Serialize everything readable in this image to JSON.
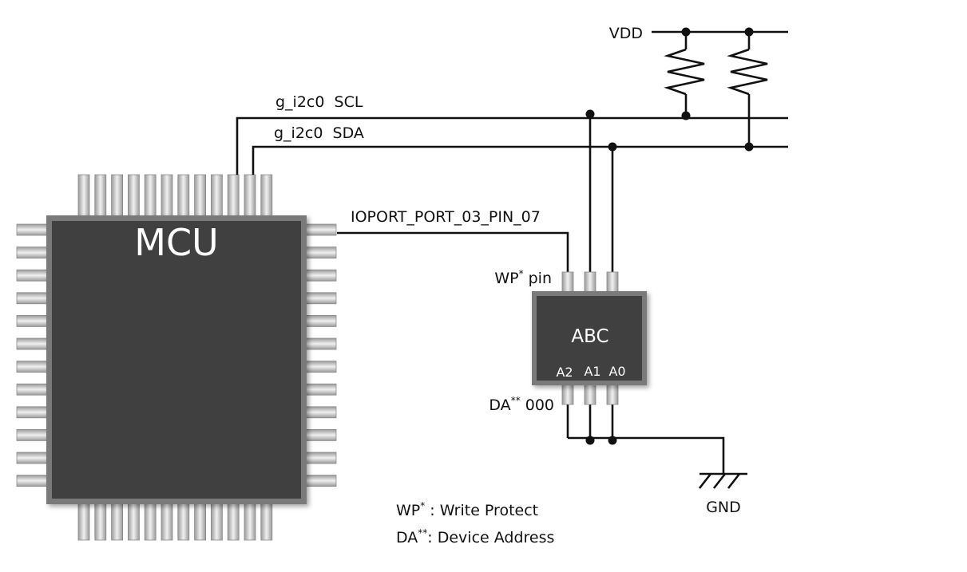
{
  "mcu": {
    "label": "MCU"
  },
  "chip": {
    "label": "ABC",
    "pins": {
      "a2": "A2",
      "a1": "A1",
      "a0": "A0"
    }
  },
  "nets": {
    "vdd": "VDD",
    "scl": "g_i2c0  SCL",
    "sda": "g_i2c0  SDA",
    "ioport": "IOPORT_PORT_03_PIN_07",
    "gnd": "GND"
  },
  "labels": {
    "wp_pin": {
      "text": "WP",
      "sup": "*",
      "suffix": " pin"
    },
    "da_value": {
      "text": "DA",
      "sup": "**",
      "suffix": " 000"
    }
  },
  "legend": {
    "wp": {
      "abbr": "WP",
      "sup": "*",
      "desc": " : Write Protect"
    },
    "da": {
      "abbr": "DA",
      "sup": "**",
      "desc": ": Device Address"
    }
  },
  "colors": {
    "wire": "#111111",
    "chip_body": "#3f3f3f",
    "chip_border": "#7a7a7a",
    "pin_light": "#e6e6e6",
    "pin_dark": "#9a9a9a",
    "chip_text": "#ffffff"
  }
}
